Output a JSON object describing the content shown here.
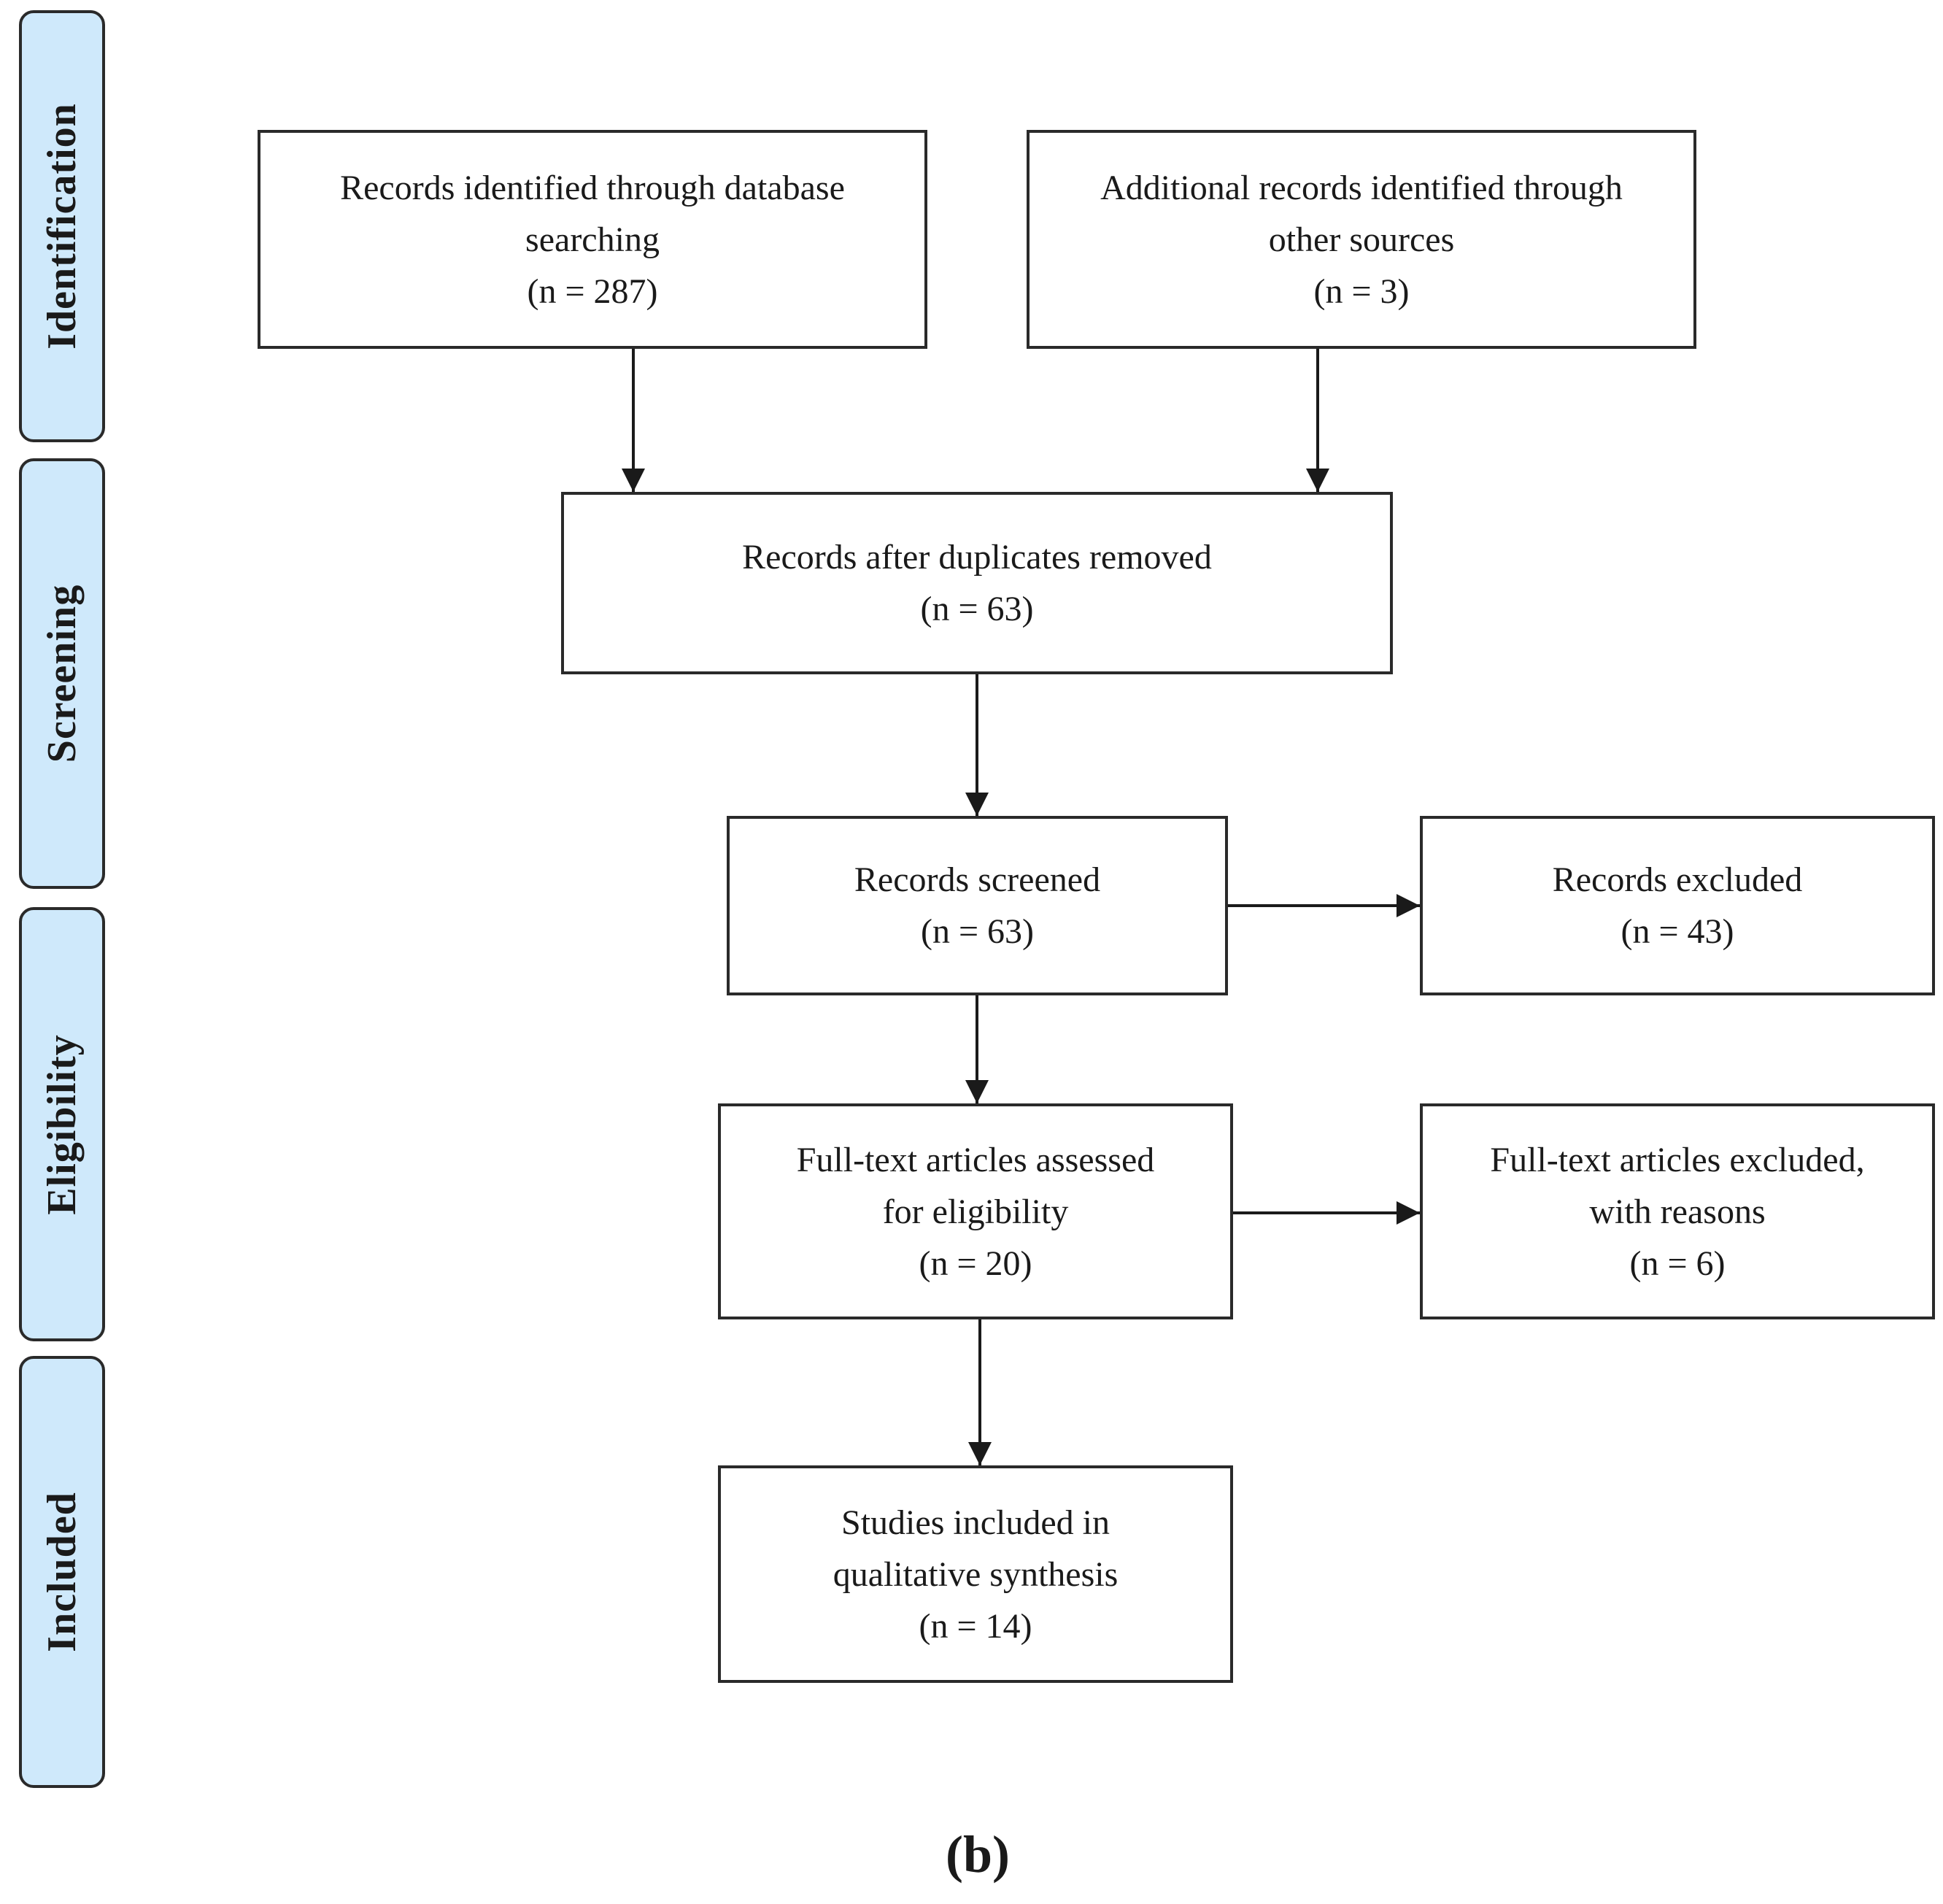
{
  "phases": {
    "identification": "Identification",
    "screening": "Screening",
    "eligibility": "Eligibility",
    "included": "Included"
  },
  "boxes": {
    "database": {
      "line1": "Records identified through database",
      "line2": "searching",
      "count": "(n = 287)"
    },
    "other_sources": {
      "line1": "Additional records identified through",
      "line2": "other sources",
      "count": "(n = 3)"
    },
    "duplicates_removed": {
      "line1": "Records after duplicates removed",
      "count": "(n = 63)"
    },
    "screened": {
      "line1": "Records screened",
      "count": "(n = 63)"
    },
    "excluded": {
      "line1": "Records excluded",
      "count": "(n = 43)"
    },
    "fulltext_assessed": {
      "line1": "Full-text articles assessed",
      "line2": "for eligibility",
      "count": "(n = 20)"
    },
    "fulltext_excluded": {
      "line1": "Full-text articles excluded,",
      "line2": "with reasons",
      "count": "(n = 6)"
    },
    "included": {
      "line1": "Studies included in",
      "line2": "qualitative synthesis",
      "count": "(n = 14)"
    }
  },
  "caption": "(b)"
}
